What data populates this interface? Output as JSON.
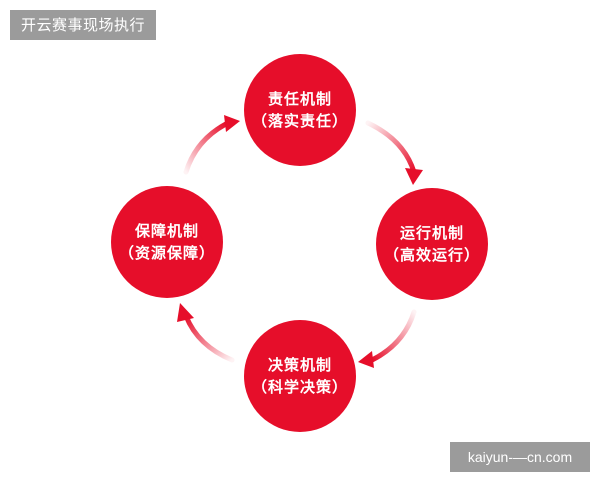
{
  "header": {
    "label": "开云赛事现场执行"
  },
  "watermark": {
    "text": "kaiyun-—cn.com"
  },
  "diagram": {
    "accent_color": "#e60e2a",
    "nodes": [
      {
        "title": "责任机制",
        "sub": "（落实责任）"
      },
      {
        "title": "运行机制",
        "sub": "（高效运行）"
      },
      {
        "title": "决策机制",
        "sub": "（科学决策）"
      },
      {
        "title": "保障机制",
        "sub": "（资源保障）"
      }
    ],
    "arrows": [
      {
        "from": "责任机制",
        "to": "运行机制"
      },
      {
        "from": "运行机制",
        "to": "决策机制"
      },
      {
        "from": "决策机制",
        "to": "保障机制"
      },
      {
        "from": "保障机制",
        "to": "责任机制"
      }
    ]
  }
}
